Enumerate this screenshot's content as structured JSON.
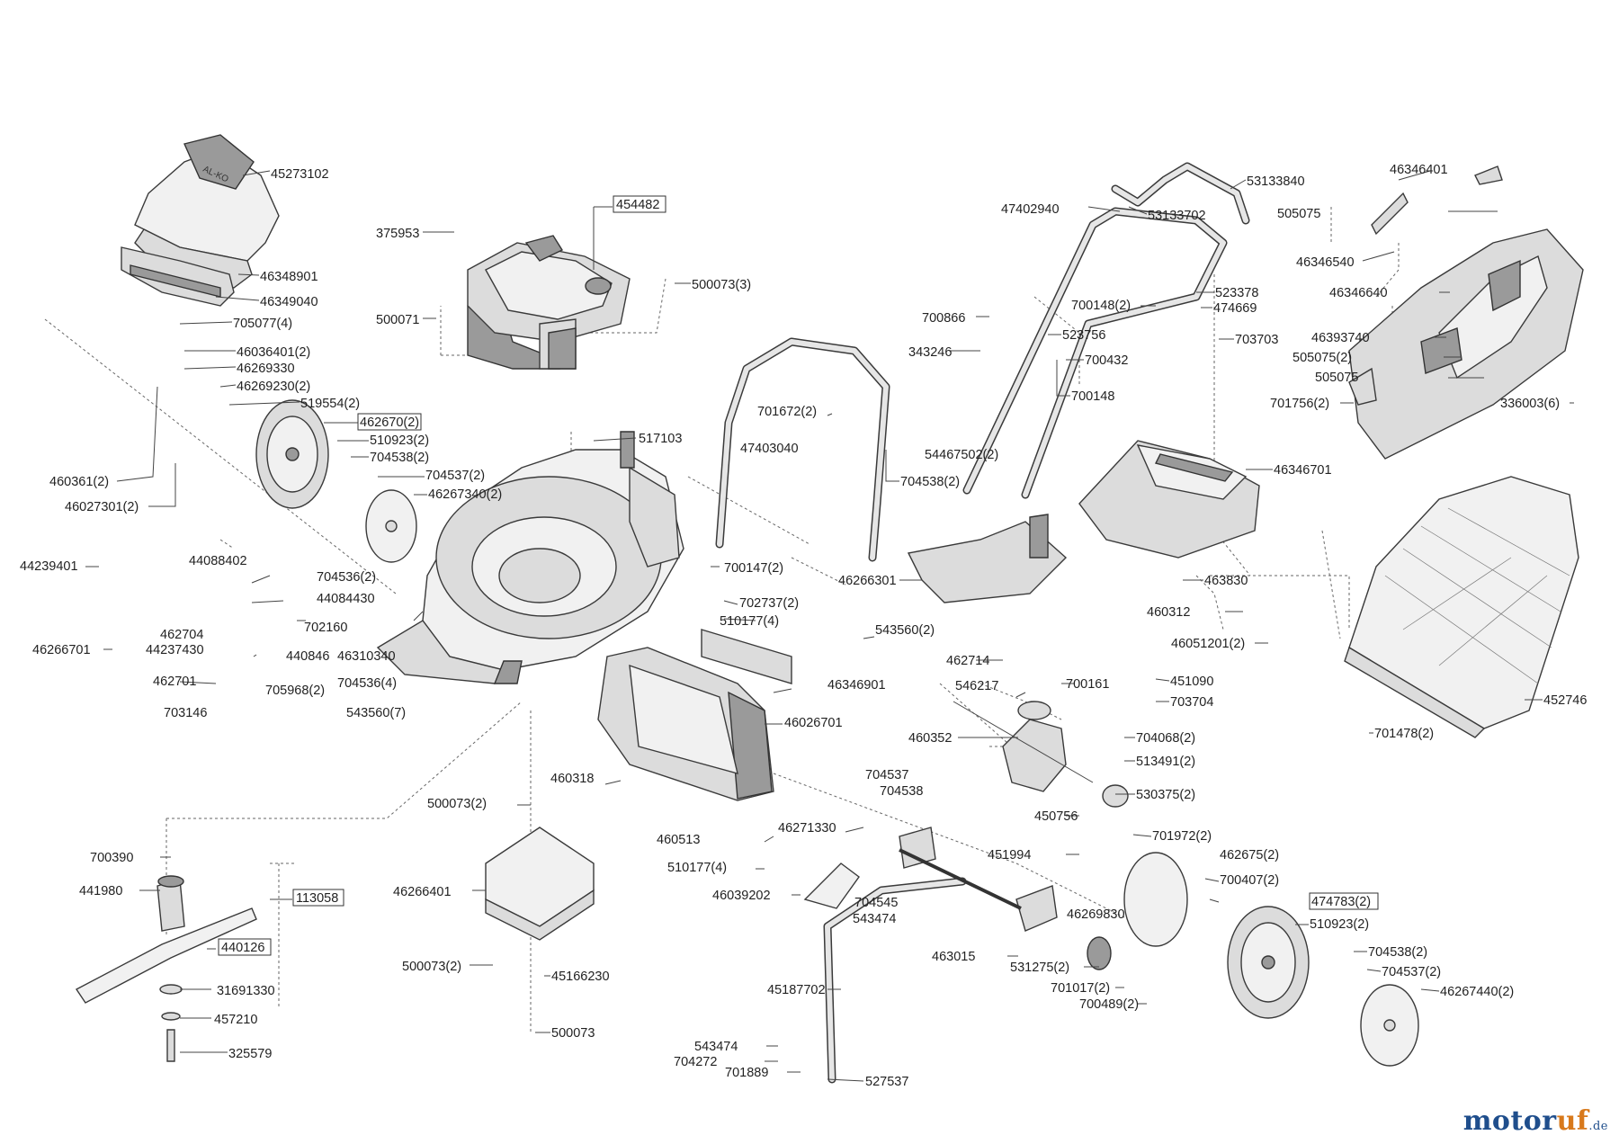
{
  "diagram": {
    "labels": {
      "45273102": "45273102",
      "46348901": "46348901",
      "46349040": "46349040",
      "375953": "375953",
      "500071": "500071",
      "454482": "454482",
      "500073_3": "500073(3)",
      "705077_4": "705077(4)",
      "46036401_2": "46036401(2)",
      "46269330": "46269330",
      "46269230_2": "46269230(2)",
      "519554_2": "519554(2)",
      "462670_2": "462670(2)",
      "510923_2a": "510923(2)",
      "704538_2a": "704538(2)",
      "704537_2a": "704537(2)",
      "46267340_2": "46267340(2)",
      "460361_2": "460361(2)",
      "46027301_2": "46027301(2)",
      "44239401": "44239401",
      "44088402": "44088402",
      "704536_2": "704536(2)",
      "44084430": "44084430",
      "462704": "462704",
      "702160": "702160",
      "46266701": "46266701",
      "44237430": "44237430",
      "440846": "440846",
      "46310340": "46310340",
      "462701": "462701",
      "705968_2": "705968(2)",
      "704536_4": "704536(4)",
      "703146": "703146",
      "543560_7": "543560(7)",
      "517103": "517103",
      "701672_2": "701672(2)",
      "47403040": "47403040",
      "54467502_2": "54467502(2)",
      "704538_2b": "704538(2)",
      "700147_2": "700147(2)",
      "702737_2": "702737(2)",
      "510177_4a": "510177(4)",
      "543560_2": "543560(2)",
      "46346901": "46346901",
      "46026701": "46026701",
      "460318": "460318",
      "500073_2a": "500073(2)",
      "460513": "460513",
      "510177_4b": "510177(4)",
      "46039202": "46039202",
      "46271330": "46271330",
      "704537": "704537",
      "704538": "704538",
      "46266401": "46266401",
      "500073_2b": "500073(2)",
      "45166230": "45166230",
      "500073": "500073",
      "700390": "700390",
      "441980": "441980",
      "113058": "113058",
      "440126": "440126",
      "31691330": "31691330",
      "457210": "457210",
      "325579": "325579",
      "47402940": "47402940",
      "53133840": "53133840",
      "53133702": "53133702",
      "700866": "700866",
      "700148_2": "700148(2)",
      "523378": "523378",
      "474669": "474669",
      "523756": "523756",
      "703703": "703703",
      "343246": "343246",
      "700432": "700432",
      "700148": "700148",
      "46346701": "46346701",
      "46266301": "46266301",
      "463830": "463830",
      "460312": "460312",
      "46051201_2": "46051201(2)",
      "462714": "462714",
      "546217": "546217",
      "700161": "700161",
      "451090": "451090",
      "703704": "703704",
      "460352": "460352",
      "704068_2": "704068(2)",
      "513491_2": "513491(2)",
      "530375_2": "530375(2)",
      "450756": "450756",
      "451994": "451994",
      "701972_2": "701972(2)",
      "462675_2": "462675(2)",
      "704545": "704545",
      "543474a": "543474",
      "46269830": "46269830",
      "700407_2": "700407(2)",
      "474783_2": "474783(2)",
      "510923_2b": "510923(2)",
      "463015": "463015",
      "531275_2": "531275(2)",
      "701017_2": "701017(2)",
      "700489_2": "700489(2)",
      "704538_2c": "704538(2)",
      "704537_2c": "704537(2)",
      "46267440_2": "46267440(2)",
      "45187702": "45187702",
      "543474b": "543474",
      "704272": "704272",
      "701889": "701889",
      "527537": "527537",
      "46346401": "46346401",
      "505075a": "505075",
      "46346540": "46346540",
      "46346640": "46346640",
      "46393740": "46393740",
      "505075_2": "505075(2)",
      "505075b": "505075",
      "701756_2": "701756(2)",
      "336003_6": "336003(6)",
      "452746": "452746",
      "701478_2": "701478(2)"
    }
  },
  "watermark": {
    "brand_part1": "motor",
    "brand_part2": "uf",
    "tld": ".de"
  }
}
